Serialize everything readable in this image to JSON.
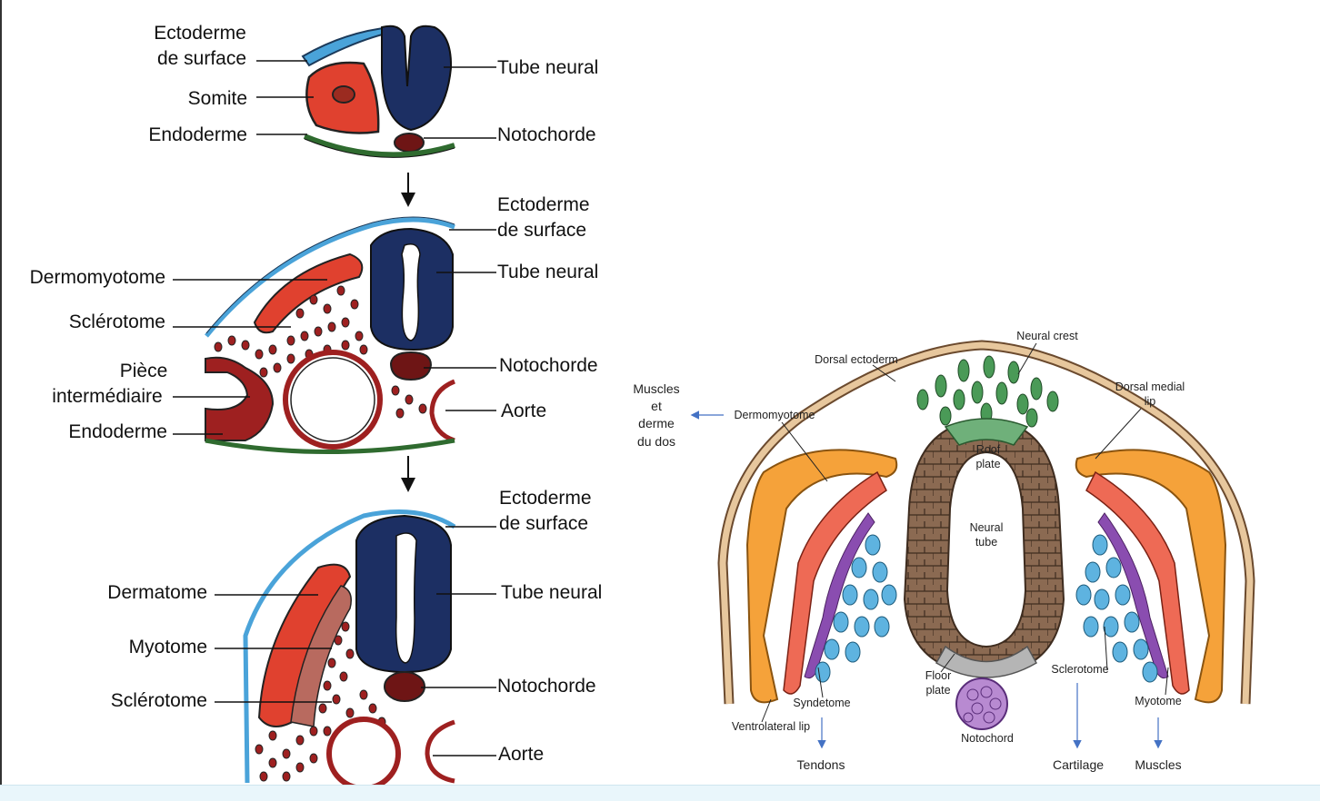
{
  "left_panel": {
    "stage1": {
      "ectoderme_l1": "Ectoderme",
      "ectoderme_l2": "de surface",
      "somite": "Somite",
      "endoderme": "Endoderme",
      "tube_neural": "Tube neural",
      "notochorde": "Notochorde"
    },
    "stage2": {
      "ectoderme_l1": "Ectoderme",
      "ectoderme_l2": "de surface",
      "dermomyotome": "Dermomyotome",
      "sclerotome": "Sclérotome",
      "piece_l1": "Pièce",
      "piece_l2": "intermédiaire",
      "endoderme": "Endoderme",
      "tube_neural": "Tube neural",
      "notochorde": "Notochorde",
      "aorte": "Aorte"
    },
    "stage3": {
      "ectoderme_l1": "Ectoderme",
      "ectoderme_l2": "de surface",
      "dermatome": "Dermatome",
      "myotome": "Myotome",
      "sclerotome": "Sclérotome",
      "tube_neural": "Tube neural",
      "notochorde": "Notochorde",
      "aorte": "Aorte"
    }
  },
  "right_panel": {
    "neural_crest": "Neural crest",
    "dorsal_ectoderm": "Dorsal ectoderm",
    "dorsal_medial_l1": "Dorsal medial",
    "dorsal_medial_l2": "lip",
    "muscles_l1": "Muscles",
    "muscles_l2": "et",
    "muscles_l3": "derme",
    "muscles_l4": "du dos",
    "dermomyotome": "Dermomyotome",
    "roof_l1": "Roof",
    "roof_l2": "plate",
    "neural_l1": "Neural",
    "neural_l2": "tube",
    "sclerotome": "Sclerotome",
    "floor_l1": "Floor",
    "floor_l2": "plate",
    "syndetome": "Syndetome",
    "myotome": "Myotome",
    "ventrolateral_lip": "Ventrolateral lip",
    "notochord": "Notochord",
    "tendons": "Tendons",
    "cartilage": "Cartilage",
    "muscles": "Muscles"
  },
  "colors": {
    "ectoderm": "#4aa3d9",
    "neural_tube": "#1c2f63",
    "somite": "#e0412f",
    "notochord": "#6e1515",
    "endoderm": "#2f6b2f",
    "mesenchyme": "#9e2020",
    "dermomyotome": "#f5a23a",
    "myotome_cells": "#ee6a55",
    "syndetome": "#8a4db0",
    "sclerotome_cells": "#5eb3e0",
    "neural_crest": "#4a9a57",
    "neural_tube_cells": "#8b6a52",
    "arrow_blue": "#4472c4"
  }
}
